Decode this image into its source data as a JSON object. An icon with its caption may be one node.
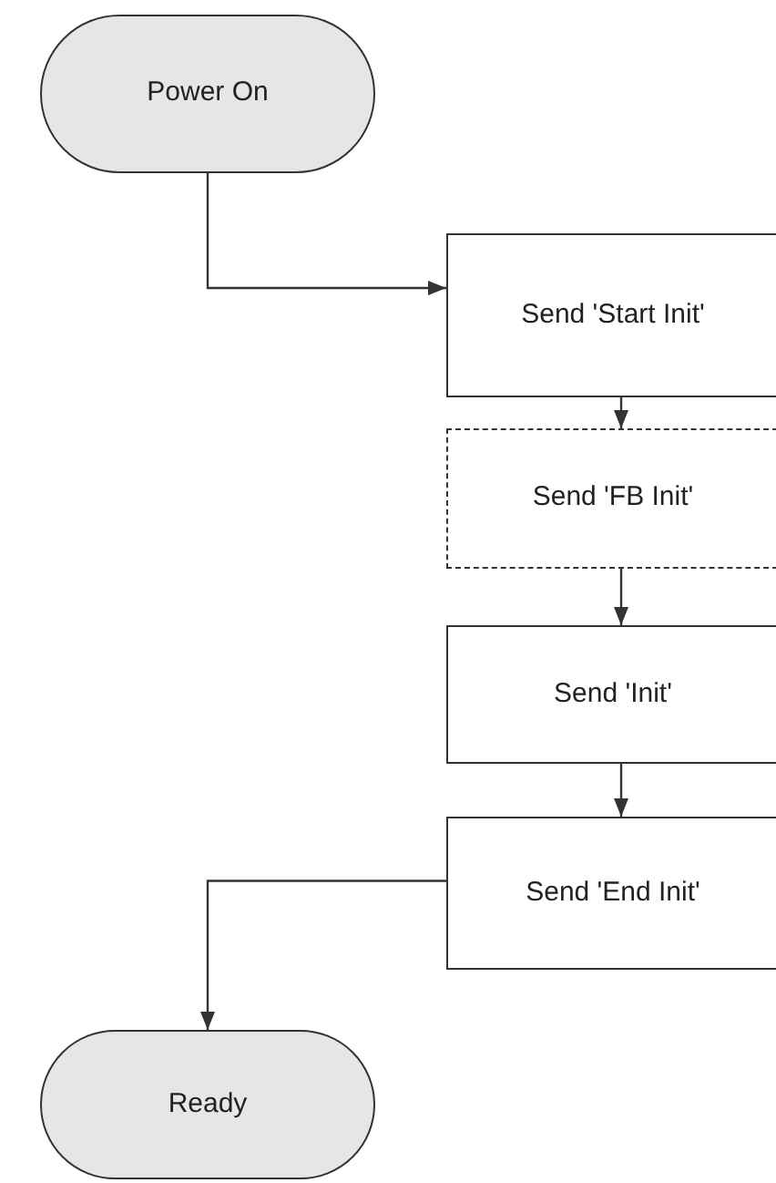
{
  "diagram": {
    "nodes": [
      {
        "text": [
          "Power On"
        ]
      },
      {
        "text": [
          "Send 'Start Init'"
        ]
      },
      {
        "text": [
          "Send 'FB Init'"
        ]
      },
      {
        "text": [
          "Send 'Init'"
        ]
      },
      {
        "text": [
          "Send 'End Init'"
        ]
      },
      {
        "text": [
          "Ready"
        ]
      }
    ],
    "edges": [
      {
        "from": 0,
        "to": 1,
        "arrow": "to"
      },
      {
        "from": 1,
        "to": 2,
        "arrow": "to"
      },
      {
        "from": 2,
        "to": 3,
        "arrow": "to"
      },
      {
        "from": 3,
        "to": 4,
        "arrow": "to"
      },
      {
        "from": 4,
        "to": 5,
        "arrow": "to"
      }
    ]
  }
}
